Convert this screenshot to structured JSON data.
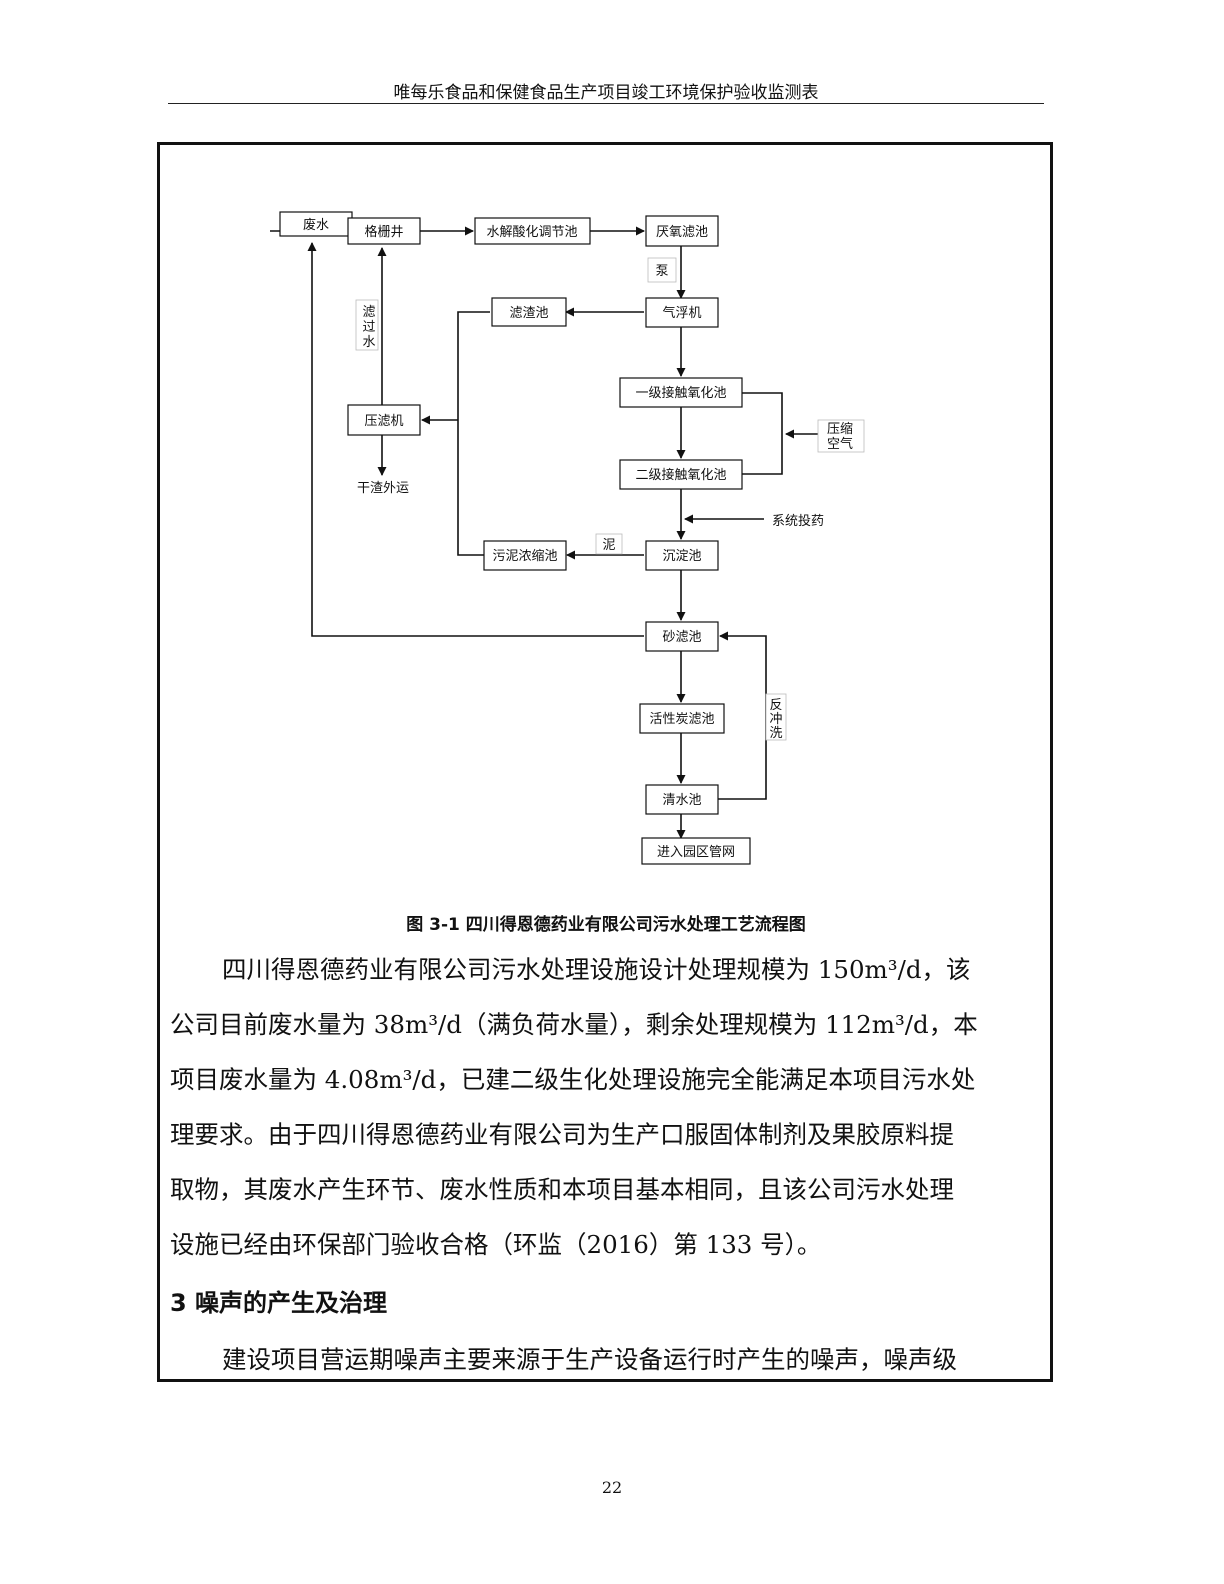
{
  "header": {
    "title": "唯每乐食品和保健食品生产项目竣工环境保护验收监测表"
  },
  "flowchart": {
    "nodes": {
      "waste_water": "废水",
      "grate_well": "格栅井",
      "hydrolysis_tank": "水解酸化调节池",
      "anaerobic_filter": "厌氧滤池",
      "residue_tank": "滤渣池",
      "air_flotation": "气浮机",
      "contact_ox_1": "一级接触氧化池",
      "contact_ox_2": "二级接触氧化池",
      "filter_press": "压滤机",
      "sludge_thickener": "污泥浓缩池",
      "sedimentation": "沉淀池",
      "sand_filter": "砂滤池",
      "carbon_filter": "活性炭滤池",
      "clear_water": "清水池",
      "park_pipe": "进入园区管网"
    },
    "labels": {
      "pump": "泵",
      "filtrate_1": "滤",
      "filtrate_2": "过",
      "filtrate_3": "水",
      "compressed_air_1": "压缩",
      "compressed_air_2": "空气",
      "dry_residue": "干渣外运",
      "dosing": "系统投药",
      "sludge": "泥",
      "backwash_1": "反",
      "backwash_2": "冲",
      "backwash_3": "洗"
    }
  },
  "caption": "图 3-1  四川得恩德药业有限公司污水处理工艺流程图",
  "paragraph1": [
    "四川得恩德药业有限公司污水处理设施设计处理规模为 150m³/d，该",
    "公司目前废水量为 38m³/d（满负荷水量），剩余处理规模为 112m³/d，本",
    "项目废水量为 4.08m³/d，已建二级生化处理设施完全能满足本项目污水处",
    "理要求。由于四川得恩德药业有限公司为生产口服固体制剂及果胶原料提",
    "取物，其废水产生环节、废水性质和本项目基本相同，且该公司污水处理",
    "设施已经由环保部门验收合格（环监（2016）第 133 号）。"
  ],
  "section_title": "3  噪声的产生及治理",
  "paragraph2": [
    "建设项目营运期噪声主要来源于生产设备运行时产生的噪声，噪声级"
  ],
  "page_number": "22"
}
